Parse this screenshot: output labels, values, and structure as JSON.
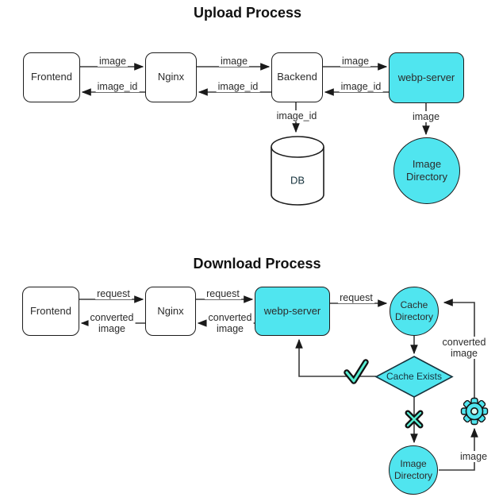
{
  "colors": {
    "accent": "#50e5ef",
    "mark_teal": "#57eed2",
    "line": "#3a3a3a"
  },
  "upload": {
    "title": "Upload Process",
    "nodes": {
      "frontend": "Frontend",
      "nginx": "Nginx",
      "backend": "Backend",
      "webp_server": "webp-server",
      "db": "DB",
      "image_directory": "Image\nDirectory"
    },
    "edges": {
      "frontend_to_nginx": "image",
      "nginx_to_backend": "image",
      "backend_to_webp": "image",
      "nginx_to_frontend": "image_id",
      "backend_to_nginx": "image_id",
      "webp_to_backend": "image_id",
      "backend_to_db": "image_id",
      "webp_to_imagedir": "image"
    }
  },
  "download": {
    "title": "Download Process",
    "nodes": {
      "frontend": "Frontend",
      "nginx": "Nginx",
      "webp_server": "webp-server",
      "cache_directory": "Cache\nDirectory",
      "cache_exists": "Cache Exists",
      "image_directory": "Image\nDirectory"
    },
    "edges": {
      "frontend_to_nginx": "request",
      "nginx_to_webp": "request",
      "webp_to_cachedir": "request",
      "nginx_to_frontend": "converted\nimage",
      "webp_to_nginx": "converted\nimage",
      "gear_to_cachedir": "converted\nimage",
      "imagedir_to_gear": "image"
    },
    "marks": {
      "cache_hit": "check",
      "cache_miss": "x",
      "converter": "gear"
    }
  }
}
